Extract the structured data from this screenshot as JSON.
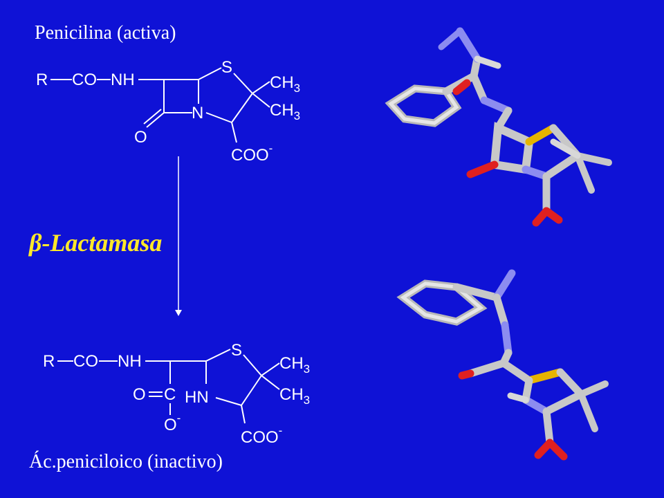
{
  "titles": {
    "top": "Penicilina (activa)",
    "bottom": "Ác.peniciloico (inactivo)"
  },
  "enzyme": {
    "beta": "β",
    "label": "-Lactamasa",
    "color": "#ffe82a"
  },
  "colors": {
    "background": "#0f12d6",
    "text": "#ffffff",
    "atom_carbon": "#c8c8c8",
    "atom_oxygen": "#e02020",
    "atom_nitrogen": "#8c8cf0",
    "atom_sulfur": "#e6b400"
  },
  "penicillin": {
    "r": "R",
    "co": "CO",
    "nh": "NH",
    "s": "S",
    "n": "N",
    "o": "O",
    "ch": "CH",
    "three": "3",
    "coo": "COO",
    "minus": "-"
  },
  "penicilloic": {
    "r": "R",
    "co": "CO",
    "nh": "NH",
    "s": "S",
    "hn": "HN",
    "o": "O",
    "c": "C",
    "ch": "CH",
    "three": "3",
    "coo": "COO",
    "minus": "-"
  }
}
